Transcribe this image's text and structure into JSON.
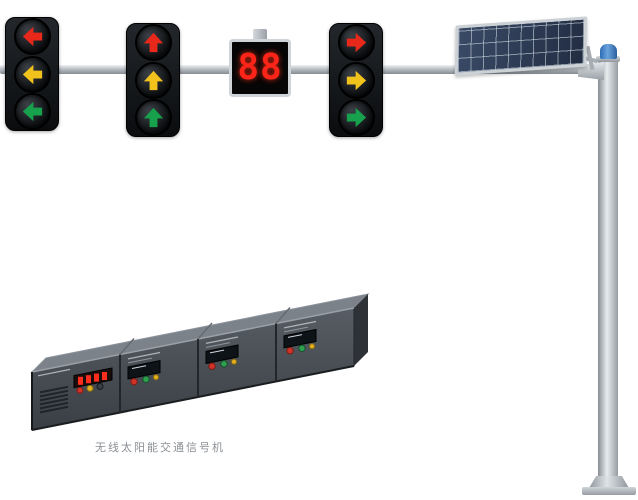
{
  "caption": "无线太阳能交通信号机",
  "countdown": {
    "value": "88"
  },
  "colors": {
    "red": "#e8281a",
    "yellow": "#f2c21c",
    "green": "#17a14d",
    "countdown_red": "#ff2418",
    "pole_gray": "#b9bfc5",
    "cap_blue": "#2e6db4",
    "solar_cell_blue": "#3a4a66"
  },
  "traffic_lights": [
    {
      "direction": "left",
      "lamps": [
        "red",
        "yellow",
        "green"
      ]
    },
    {
      "direction": "up",
      "lamps": [
        "red",
        "yellow",
        "green"
      ]
    },
    {
      "direction": "right",
      "lamps": [
        "red",
        "yellow",
        "green"
      ]
    }
  ],
  "solar_panel": {
    "rows": 3,
    "cols": 10
  },
  "controller": {
    "modules": 4
  }
}
